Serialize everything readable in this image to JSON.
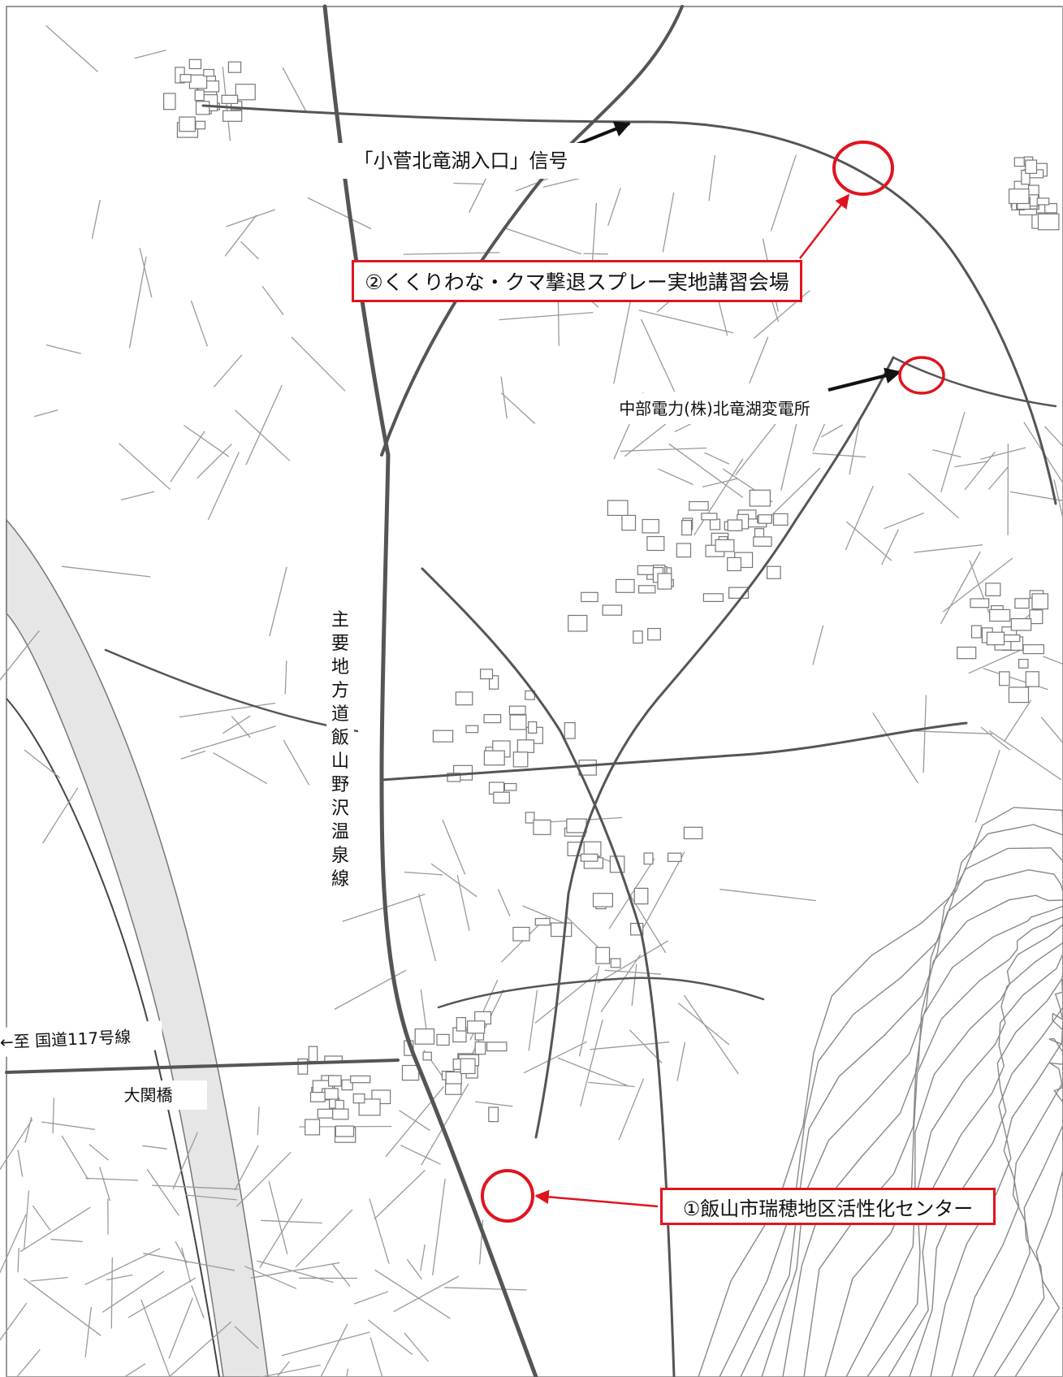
{
  "labels": {
    "signal": "「小菅北竜湖入口」信号",
    "venue2": "②くくりわな・クマ撃退スプレー実地講習会場",
    "substation": "中部電力(株)北竜湖変電所",
    "road": "主要地方道飯山野沢温泉線",
    "route": "←至 国道117号線",
    "bridge": "大関橋",
    "venue1": "①飯山市瑞穂地区活性化センター"
  },
  "colors": {
    "marker": "#e0141e",
    "river": "#e6e6e6",
    "road": "#555555",
    "parcel": "#9a9a9a"
  }
}
